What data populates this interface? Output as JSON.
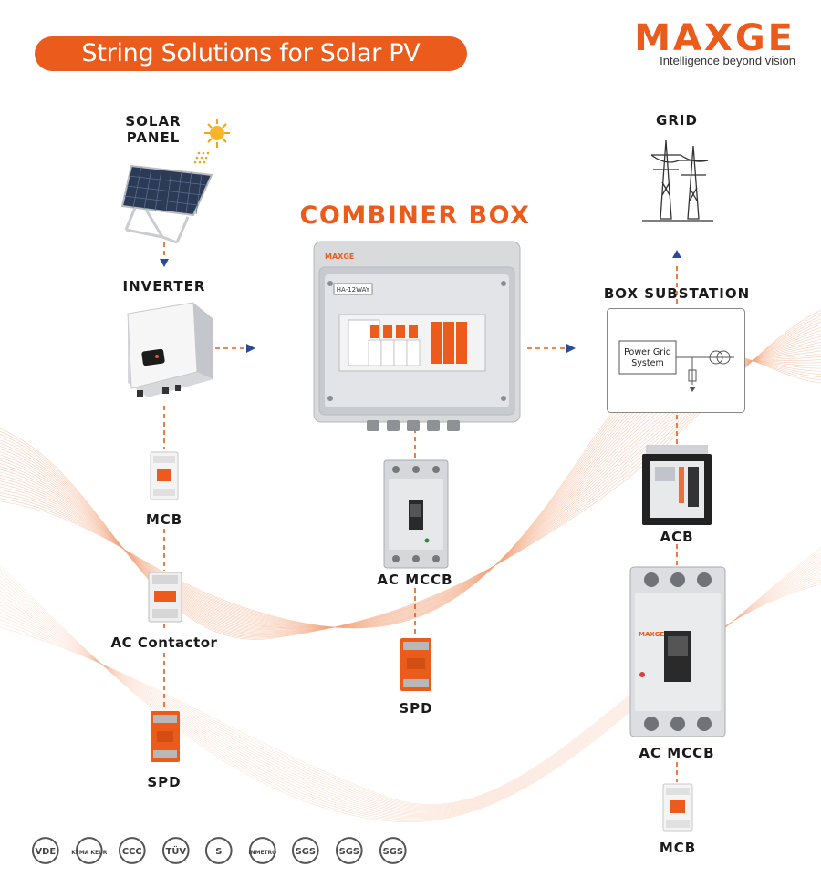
{
  "title": "String Solutions for Solar PV System",
  "brand": {
    "name": "MAXGE",
    "tagline": "Intelligence beyond vision"
  },
  "colors": {
    "accent": "#ea5b1c",
    "connector": "#ea5b1c",
    "arrow": "#2d4a9a",
    "wave": "#f2a57e"
  },
  "nodes": {
    "solar_panel": {
      "line1": "SOLAR",
      "line2": "PANEL"
    },
    "inverter": "INVERTER",
    "combiner_box": "COMBINER BOX",
    "combiner_model": "HA-12WAY",
    "combiner_brand": "MAXGE",
    "box_substation": "BOX SUBSTATION",
    "power_grid_line1": "Power Grid",
    "power_grid_line2": "System",
    "grid": "GRID",
    "left_mcb": "MCB",
    "left_contactor": "AC Contactor",
    "left_spd": "SPD",
    "center_mccb": "AC MCCB",
    "center_spd": "SPD",
    "right_acb": "ACB",
    "right_mccb": "AC MCCB",
    "right_mccb_brand": "MAXGE",
    "right_mcb": "MCB"
  },
  "certifications": [
    {
      "icon": "vde-icon",
      "text": "VDE"
    },
    {
      "icon": "kema-icon",
      "text": "KEMA KEUR"
    },
    {
      "icon": "ccc-icon",
      "text": "CCC"
    },
    {
      "icon": "tuv-icon",
      "text": "TÜV"
    },
    {
      "icon": "s-mark-icon",
      "text": "S"
    },
    {
      "icon": "inmetro-icon",
      "text": "INMETRO"
    },
    {
      "icon": "sgs-icon-1",
      "text": "SGS"
    },
    {
      "icon": "sgs-icon-2",
      "text": "SGS"
    },
    {
      "icon": "sgs-icon-3",
      "text": "SGS"
    }
  ]
}
